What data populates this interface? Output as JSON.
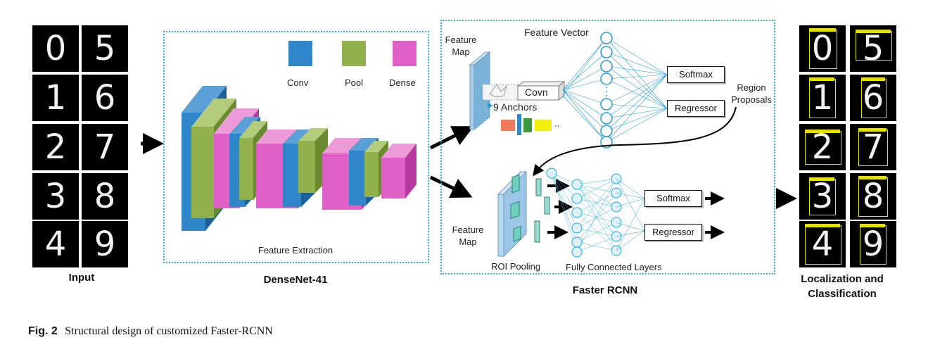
{
  "input": {
    "label": "Input",
    "digits_left": [
      "0",
      "1",
      "2",
      "3",
      "4"
    ],
    "digits_right": [
      "5",
      "6",
      "7",
      "8",
      "9"
    ]
  },
  "densenet": {
    "label": "DenseNet-41",
    "feature_extraction": "Feature Extraction",
    "legend": [
      {
        "label": "Conv",
        "color": "#2f86c8"
      },
      {
        "label": "Pool",
        "color": "#8fb04a"
      },
      {
        "label": "Dense",
        "color": "#e060c8"
      }
    ]
  },
  "faster_rcnn": {
    "label": "Faster RCNN",
    "feature_map_top": "Feature\nMap",
    "feature_vector": "Feature Vector",
    "covn": "Covn",
    "anchors": "9 Anchors",
    "softmax_top": "Softmax",
    "regressor_top": "Regressor",
    "region_proposals": "Region\nProposals",
    "feature_map_bottom": "Feature\nMap",
    "roi_pooling": "ROI Pooling",
    "fully_connected": "Fully Connected Layers",
    "softmax_bottom": "Softmax",
    "regressor_bottom": "Regressor",
    "dots": ".."
  },
  "output": {
    "label": "Localization and\nClassification",
    "digits_left": [
      "0",
      "1",
      "2",
      "3",
      "4"
    ],
    "digits_right": [
      "5",
      "6",
      "7",
      "8",
      "9"
    ]
  },
  "caption": {
    "fig": "Fig. 2",
    "text": "Structural design of customized Faster-RCNN"
  },
  "colors": {
    "dotted_border": "#3fa7d6",
    "conv": "#2f86c8",
    "pool": "#8fb04a",
    "dense": "#e060c8",
    "node": "#2a9fd6",
    "yellow_box": "#e6e000"
  }
}
